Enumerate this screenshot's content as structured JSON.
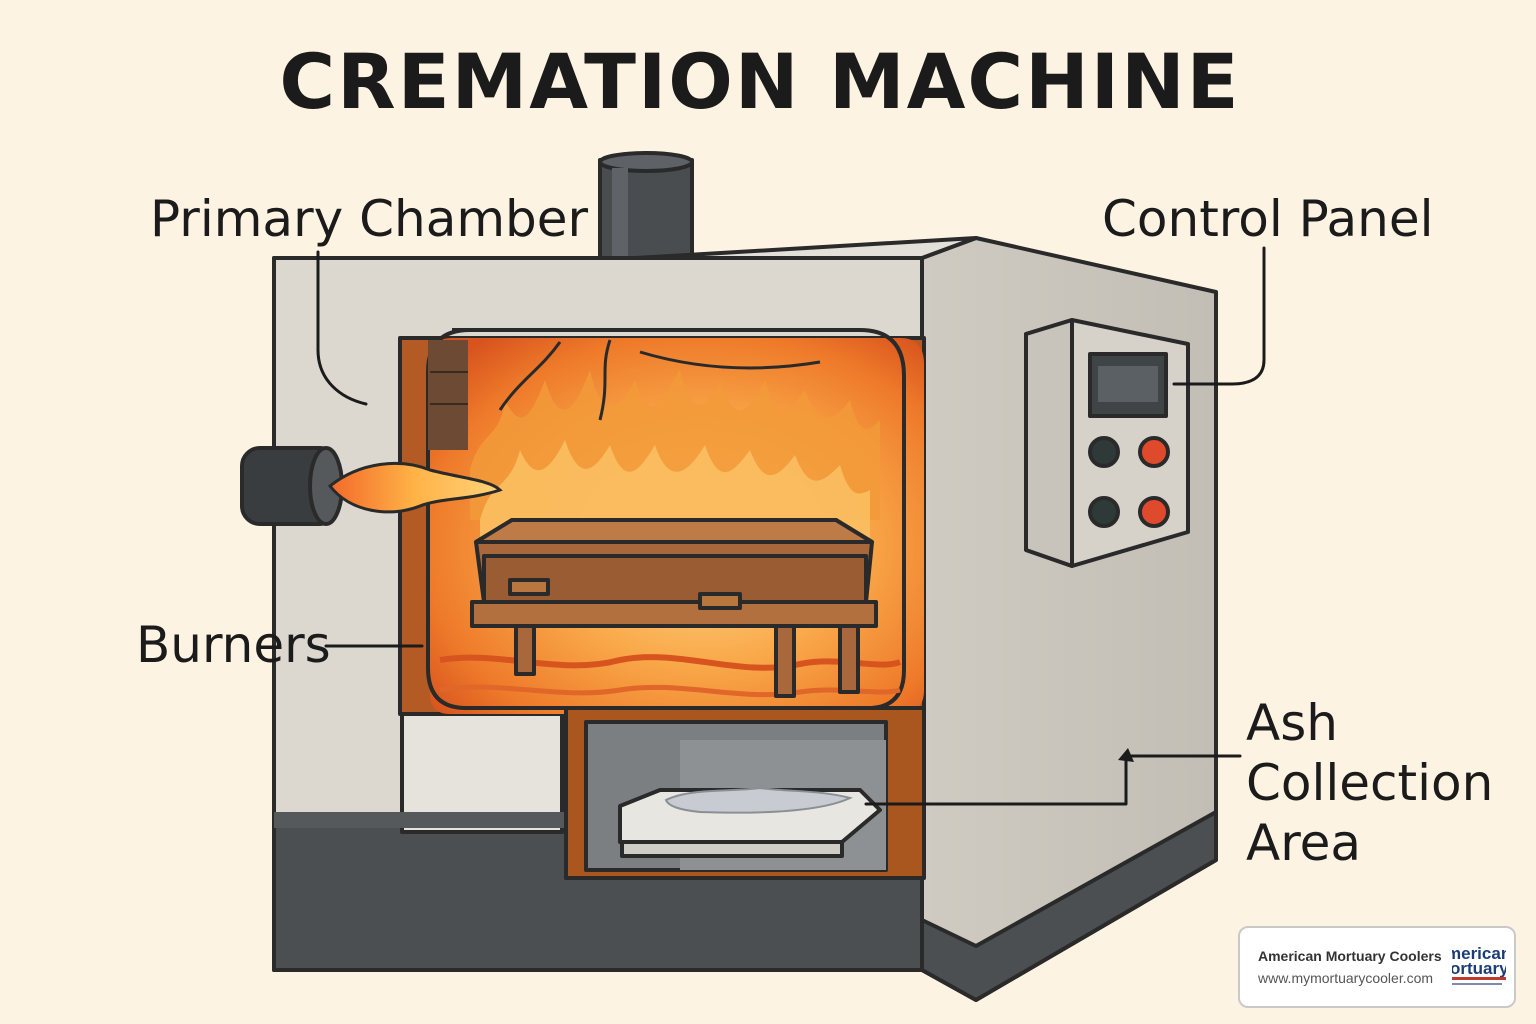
{
  "title": "CREMATION MACHINE",
  "labels": {
    "primary_chamber": "Primary Chamber",
    "control_panel": "Control Panel",
    "burners": "Burners",
    "ash_collection": [
      "Ash",
      "Collection",
      "Area"
    ]
  },
  "badge": {
    "name": "American Mortuary Coolers",
    "url": "www.mymortuarycooler.com"
  },
  "colors": {
    "background": "#fdf3e3",
    "machine_body": "#d9d5cd",
    "flame": "#f08a2a",
    "indicator_red": "#e04a2c",
    "indicator_dark": "#2f3a38"
  }
}
